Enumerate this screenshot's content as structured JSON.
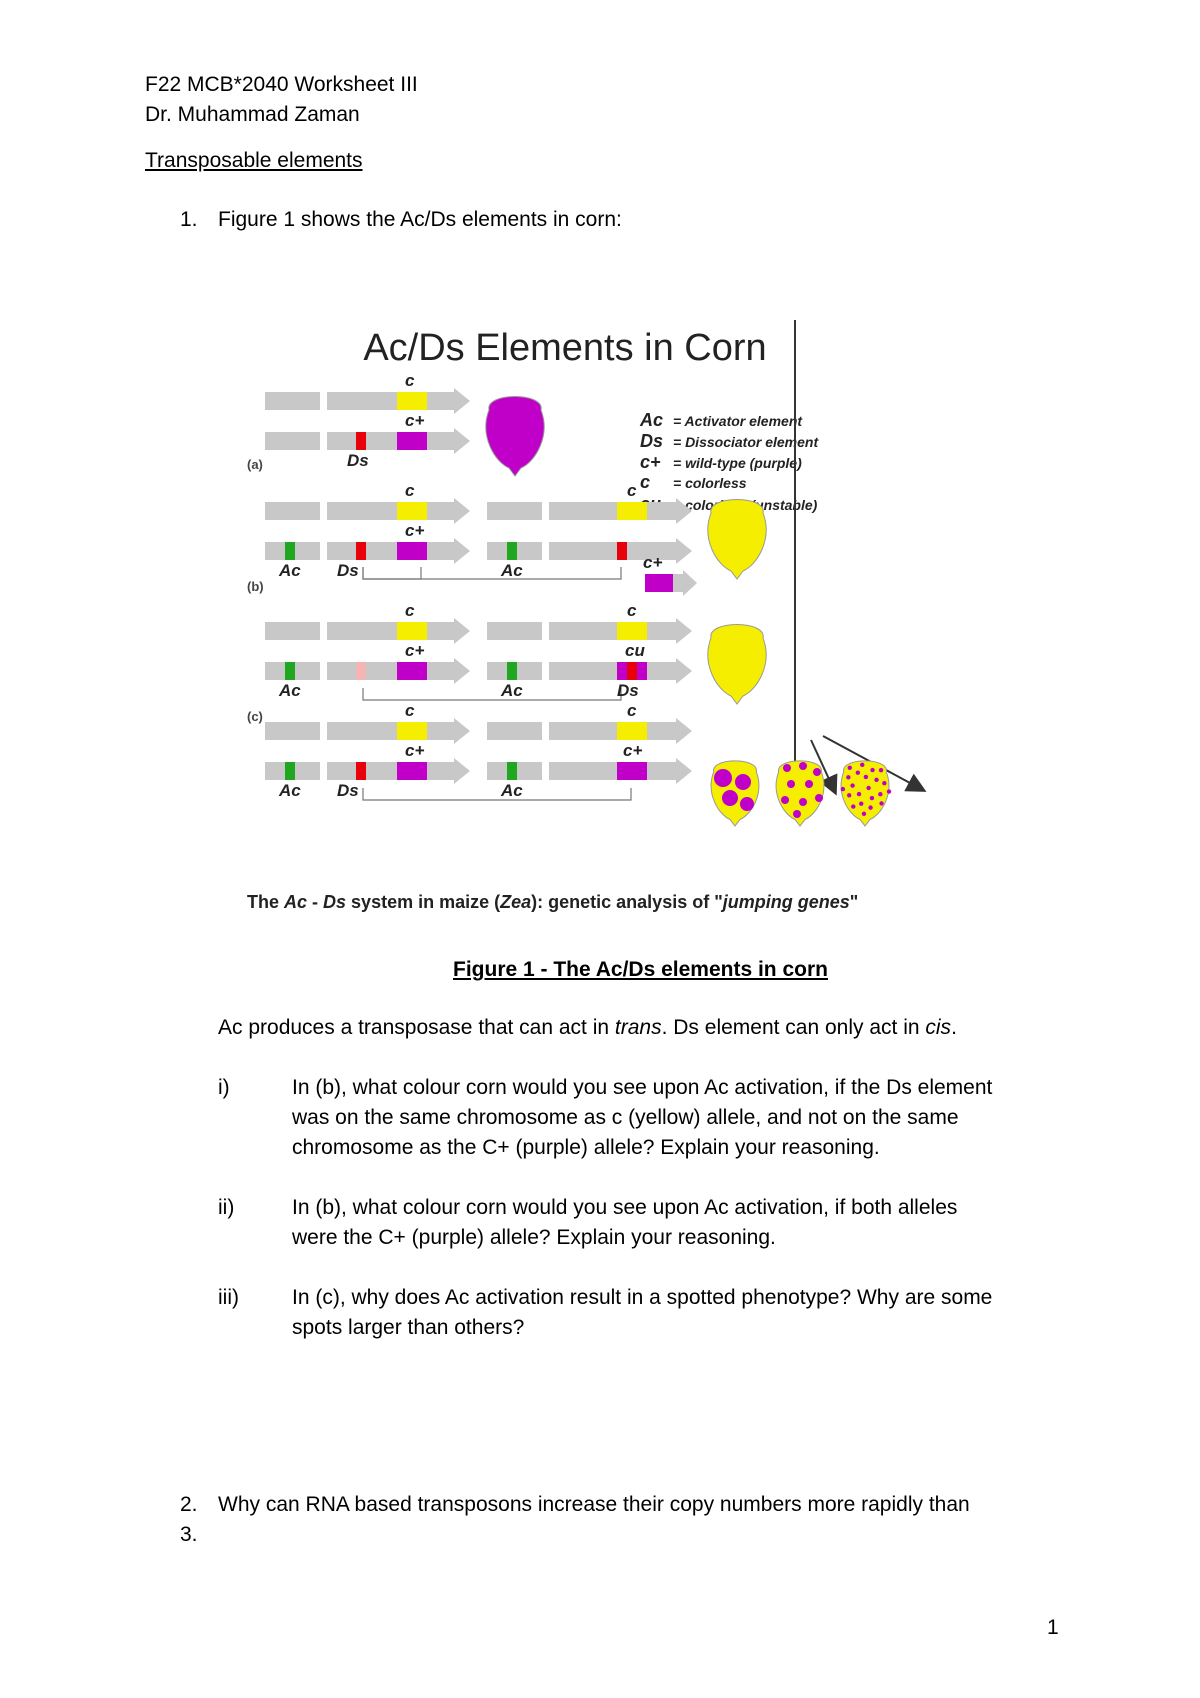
{
  "header": {
    "line1": "F22 MCB*2040 Worksheet III",
    "line2": "Dr. Muhammad Zaman",
    "section": "Transposable elements"
  },
  "q1": {
    "num": "1.",
    "text": "Figure 1 shows the Ac/Ds elements in corn:"
  },
  "figure": {
    "title": "Ac/Ds Elements in Corn",
    "panels": [
      "(a)",
      "(b)",
      "(c)"
    ],
    "legend": [
      {
        "sym": "Ac",
        "desc": "= Activator element"
      },
      {
        "sym": "Ds",
        "desc": "= Dissociator element"
      },
      {
        "sym": "c+",
        "desc": "= wild-type (purple)"
      },
      {
        "sym": "c",
        "desc": "= colorless"
      },
      {
        "sym": "cu",
        "desc": "= colorless (unstable)"
      }
    ],
    "labels": {
      "c": "c",
      "cplus": "c+",
      "cu": "cu",
      "ac": "Ac",
      "ds": "Ds"
    },
    "caption_pre": "The ",
    "caption_ac": "Ac",
    "caption_mid1": " - ",
    "caption_ds": "Ds",
    "caption_mid2": " system in maize (",
    "caption_zea": "Zea",
    "caption_mid3": "): genetic analysis of \"",
    "caption_jg": "jumping genes",
    "caption_end": "\"",
    "colors": {
      "purple": "#c000c8",
      "yellow": "#f5ee00",
      "red": "#e8000a",
      "green": "#1fa81f",
      "gray": "#c8c8c8"
    }
  },
  "figure_label": "Figure 1 - The Ac/Ds elements in corn",
  "intro": {
    "p1": "Ac produces a transposase that can act in ",
    "trans": "trans",
    "p2": ". Ds element can only act in ",
    "cis": "cis",
    "p3": "."
  },
  "subquestions": [
    {
      "num": "i)",
      "lines": [
        "In (b), what colour corn would you see upon Ac activation, if the Ds element",
        "was on the same chromosome as c (yellow) allele, and not on the same",
        "chromosome as the C+ (purple) allele? Explain your reasoning."
      ]
    },
    {
      "num": "ii)",
      "lines": [
        "In (b), what colour corn would you see upon Ac activation, if both alleles",
        "were the C+ (purple) allele? Explain your reasoning."
      ]
    },
    {
      "num": "iii)",
      "lines": [
        "In (c), why does Ac activation result in a spotted phenotype? Why are some",
        "spots larger than others?"
      ]
    }
  ],
  "q2": {
    "num": "2.",
    "text": "Why can RNA based transposons increase their copy numbers more rapidly than"
  },
  "q3": {
    "num": "3.",
    "text": ""
  },
  "page_number": "1"
}
